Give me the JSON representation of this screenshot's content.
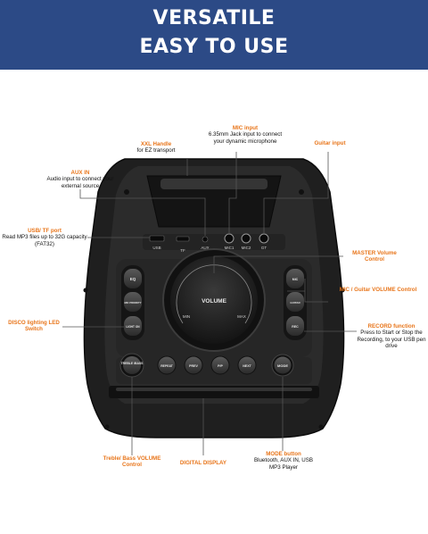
{
  "banner": {
    "line1": "VERSATILE",
    "line2": "EASY TO USE"
  },
  "callouts": {
    "mic_input": {
      "title": "MIC input",
      "text": "6.35mm Jack input to connect your dynamic microphone"
    },
    "guitar_input": {
      "title": "Guitar input"
    },
    "xxl_handle": {
      "title": "XXL Handle",
      "text": "for EZ transport"
    },
    "aux_in": {
      "title": "AUX IN",
      "text": "Audio input to connect your external source"
    },
    "usb_tf": {
      "title": "USB/ TF port",
      "text": "Read MP3 files up to 32G capacity (FAT32)"
    },
    "master_volume": {
      "title": "MASTER Volume Control"
    },
    "mic_guitar": {
      "title": "MIC / Guitar VOLUME Control"
    },
    "disco": {
      "title": "DISCO lighting LED Switch"
    },
    "record": {
      "title": "RECORD function",
      "text": "Press to Start or Stop the Recording, to your USB pen drive"
    },
    "treble_bass": {
      "title": "Treble/ Bass VOLUME Control"
    },
    "digital_display": {
      "title": "DIGITAL DISPLAY"
    },
    "mode_button": {
      "title": "MODE button",
      "text": "Bluetooth, AUX IN, USB MP3 Player"
    }
  },
  "panel": {
    "ports": {
      "usb": "USB",
      "tf": "TF",
      "aux": "AUX",
      "mic1": "MIC1",
      "mic2": "MIC2",
      "gt": "GT"
    },
    "knob": {
      "label": "VOLUME",
      "min": "MIN",
      "max": "MAX"
    },
    "left_buttons": {
      "eq": "EQ",
      "mic_priority": "MIC PRIORITY",
      "light_on": "LIGHT ON"
    },
    "right_buttons": {
      "mic": "MIC",
      "guitar": "GUITAR",
      "rec": "REC"
    },
    "bottom_buttons": {
      "treble_bass": "TREBLE /BASS",
      "repeat": "REPEAT",
      "prev": "PREV",
      "pp": "P/P",
      "next": "NEXT",
      "mode": "MODE"
    }
  },
  "colors": {
    "banner": "#2c4a86",
    "accent": "#e8751a",
    "body": "#1f1f1f",
    "panel": "#2b2b2b"
  }
}
